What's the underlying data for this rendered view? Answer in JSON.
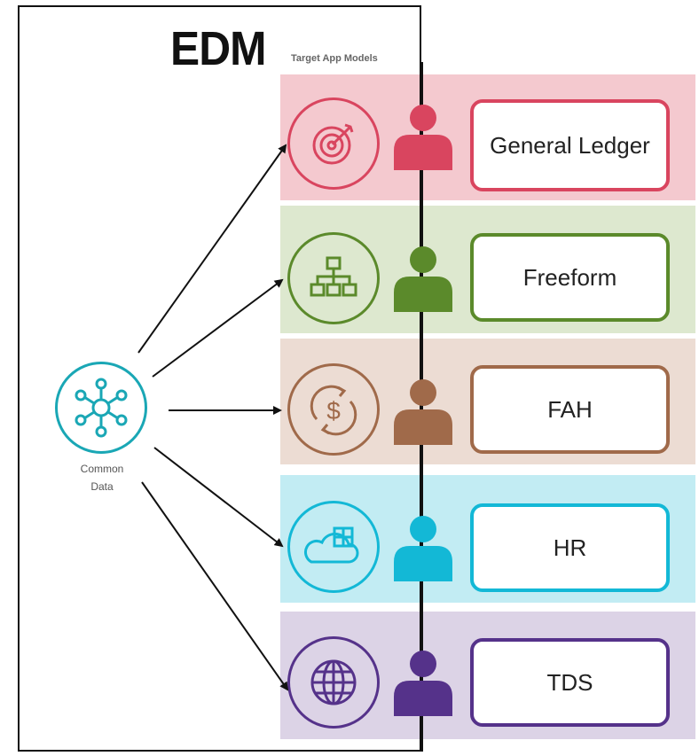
{
  "header": {
    "title": "EDM",
    "subtitle": "Target App Models"
  },
  "source": {
    "label_line1": "Common",
    "label_line2": "Data",
    "icon": "network-hub-icon",
    "color": "#1aa7b5"
  },
  "targets": [
    {
      "label": "General Ledger",
      "icon": "target-icon",
      "color": "#d9455f",
      "band_color": "#f4c9cf"
    },
    {
      "label": "Freeform",
      "icon": "hierarchy-icon",
      "color": "#5b8a2b",
      "band_color": "#dde8cf"
    },
    {
      "label": "FAH",
      "icon": "currency-cycle-icon",
      "color": "#a06a4a",
      "band_color": "#ecdcd3"
    },
    {
      "label": "HR",
      "icon": "cloud-grid-icon",
      "color": "#13b8d6",
      "band_color": "#c2ecf3"
    },
    {
      "label": "TDS",
      "icon": "globe-icon",
      "color": "#55328a",
      "band_color": "#dcd3e6"
    }
  ]
}
